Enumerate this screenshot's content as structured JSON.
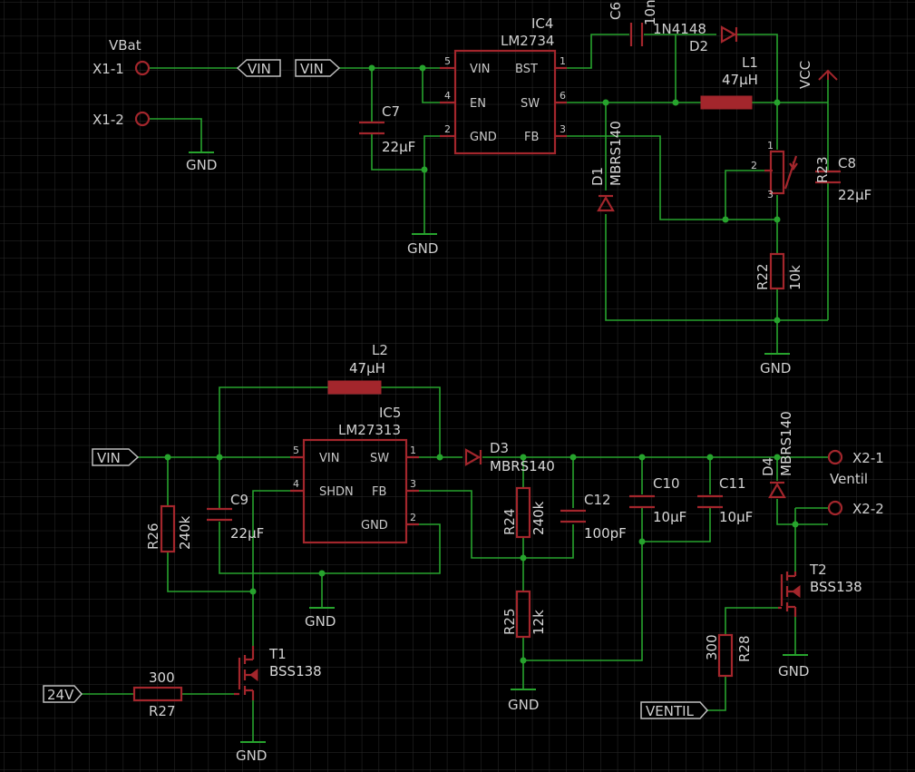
{
  "parts": {
    "ic4": {
      "name": "IC4",
      "value": "LM2734",
      "pins": {
        "vin": "VIN",
        "bst": "BST",
        "en": "EN",
        "sw": "SW",
        "gnd": "GND",
        "fb": "FB"
      },
      "pinnums": {
        "vin": "5",
        "bst": "1",
        "en": "4",
        "sw": "6",
        "gnd": "2",
        "fb": "3"
      }
    },
    "ic5": {
      "name": "IC5",
      "value": "LM27313",
      "pins": {
        "vin": "VIN",
        "sw": "SW",
        "shdn": "SHDN",
        "fb": "FB",
        "gnd": "GND"
      },
      "pinnums": {
        "vin": "5",
        "sw": "1",
        "shdn": "4",
        "fb": "3",
        "gnd": "2"
      }
    },
    "c6": {
      "name": "C6",
      "value": "10n"
    },
    "c7": {
      "name": "C7",
      "value": "22µF"
    },
    "c8": {
      "name": "C8",
      "value": "22µF"
    },
    "c9": {
      "name": "C9",
      "value": "22µF"
    },
    "c10": {
      "name": "C10",
      "value": "10µF"
    },
    "c11": {
      "name": "C11",
      "value": "10µF"
    },
    "c12": {
      "name": "C12",
      "value": "100pF"
    },
    "d1": {
      "name": "D1",
      "value": "MBRS140"
    },
    "d2": {
      "name": "D2",
      "value": "1N4148"
    },
    "d3": {
      "name": "D3",
      "value": "MBRS140"
    },
    "d4": {
      "name": "D4",
      "value": "MBRS140"
    },
    "l1": {
      "name": "L1",
      "value": "47µH"
    },
    "l2": {
      "name": "L2",
      "value": "47µH"
    },
    "r22": {
      "name": "R22",
      "value": "10k"
    },
    "r23": {
      "name": "R23",
      "pins": [
        "1",
        "2",
        "3"
      ]
    },
    "r24": {
      "name": "R24",
      "value": "240k"
    },
    "r25": {
      "name": "R25",
      "value": "12k"
    },
    "r26": {
      "name": "R26",
      "value": "240k"
    },
    "r27": {
      "name": "R27",
      "value": "300"
    },
    "r28": {
      "name": "R28",
      "value": "300"
    },
    "t1": {
      "name": "T1",
      "value": "BSS138"
    },
    "t2": {
      "name": "T2",
      "value": "BSS138"
    }
  },
  "connectors": {
    "x1_1": "X1-1",
    "x1_2": "X1-2",
    "vbat": "VBat",
    "x2_1": "X2-1",
    "x2_2": "X2-2",
    "ventil": "Ventil"
  },
  "nets": {
    "vin": "VIN",
    "vcc": "VCC",
    "gnd": "GND",
    "v24": "24V",
    "ventil": "VENTIL"
  },
  "colors": {
    "background": "#000000",
    "symbol": "#a3262c",
    "wire": "#27a32d",
    "text": "#cfcfcf",
    "grid": "#2b2b2b"
  }
}
